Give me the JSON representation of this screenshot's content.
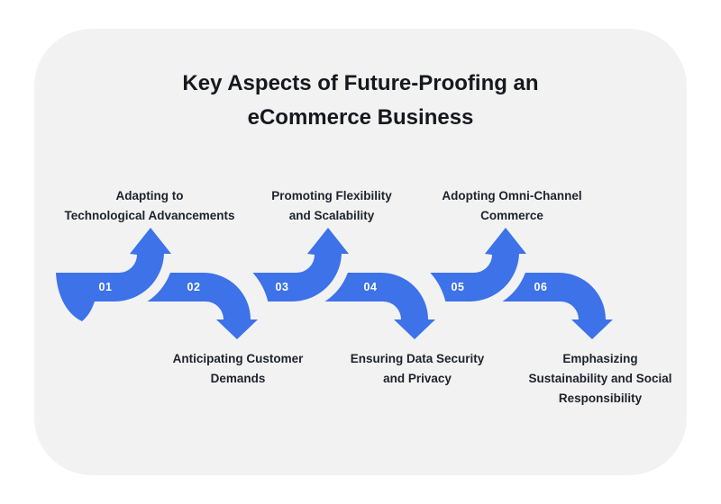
{
  "title": {
    "line1": "Key Aspects of Future-Proofing an",
    "line2": "eCommerce Business"
  },
  "colors": {
    "accent": "#3D72E8",
    "card_background": "#F2F2F3",
    "number_text": "#FFFFFF",
    "label_text": "#1E222A",
    "title_text": "#16181D"
  },
  "steps": [
    {
      "number": "01",
      "direction": "up",
      "label_lines": [
        "Adapting to",
        "Technological Advancements"
      ]
    },
    {
      "number": "02",
      "direction": "down",
      "label_lines": [
        "Anticipating Customer",
        "Demands"
      ]
    },
    {
      "number": "03",
      "direction": "up",
      "label_lines": [
        "Promoting Flexibility",
        "and Scalability"
      ]
    },
    {
      "number": "04",
      "direction": "down",
      "label_lines": [
        "Ensuring Data Security",
        "and Privacy"
      ]
    },
    {
      "number": "05",
      "direction": "up",
      "label_lines": [
        "Adopting Omni-Channel",
        "Commerce"
      ]
    },
    {
      "number": "06",
      "direction": "down",
      "label_lines": [
        "Emphasizing",
        "Sustainability and Social",
        "Responsibility"
      ]
    }
  ]
}
